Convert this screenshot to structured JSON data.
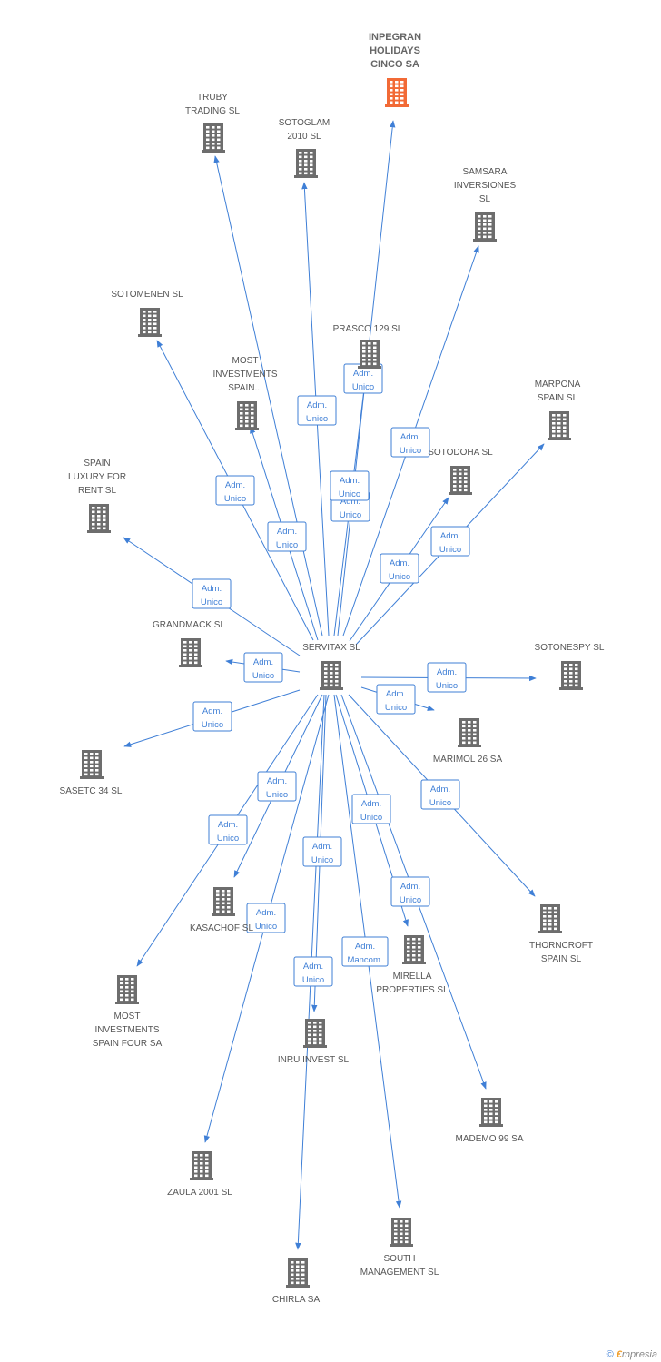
{
  "colors": {
    "edge": "#3f7fd6",
    "building": "#6d6d6d",
    "highlight": "#f26a36"
  },
  "center": "SERVITAX SL",
  "nodes": [
    {
      "id": "servitax",
      "label": [
        "SERVITAX SL"
      ],
      "center": true
    },
    {
      "id": "inpegran",
      "label": [
        "INPEGRAN",
        "HOLIDAYS",
        "CINCO SA"
      ],
      "highlight": true
    },
    {
      "id": "truby",
      "label": [
        "TRUBY",
        "TRADING SL"
      ]
    },
    {
      "id": "sotoglam",
      "label": [
        "SOTOGLAM",
        "2010 SL"
      ]
    },
    {
      "id": "samsara",
      "label": [
        "SAMSARA",
        "INVERSIONES",
        "SL"
      ]
    },
    {
      "id": "sotomenen",
      "label": [
        "SOTOMENEN SL"
      ]
    },
    {
      "id": "prasco",
      "label": [
        "PRASCO 129 SL"
      ]
    },
    {
      "id": "most1",
      "label": [
        "MOST",
        "INVESTMENTS",
        "SPAIN..."
      ]
    },
    {
      "id": "marpona",
      "label": [
        "MARPONA",
        "SPAIN SL"
      ]
    },
    {
      "id": "sotodoha",
      "label": [
        "SOTODOHA SL"
      ]
    },
    {
      "id": "spainlux",
      "label": [
        "SPAIN",
        "LUXURY FOR",
        "RENT SL"
      ]
    },
    {
      "id": "grandmack",
      "label": [
        "GRANDMACK SL"
      ]
    },
    {
      "id": "sotonespy",
      "label": [
        "SOTONESPY SL"
      ]
    },
    {
      "id": "marimol",
      "label": [
        "MARIMOL 26 SA"
      ]
    },
    {
      "id": "sasetc",
      "label": [
        "SASETC 34 SL"
      ]
    },
    {
      "id": "thorncroft",
      "label": [
        "THORNCROFT",
        "SPAIN SL"
      ]
    },
    {
      "id": "kasachof",
      "label": [
        "KASACHOF SL"
      ]
    },
    {
      "id": "mirella",
      "label": [
        "MIRELLA",
        "PROPERTIES SL"
      ]
    },
    {
      "id": "most4",
      "label": [
        "MOST",
        "INVESTMENTS",
        "SPAIN FOUR SA"
      ]
    },
    {
      "id": "inru",
      "label": [
        "INRU INVEST SL"
      ]
    },
    {
      "id": "mademo",
      "label": [
        "MADEMO 99 SA"
      ]
    },
    {
      "id": "zaula",
      "label": [
        "ZAULA 2001 SL"
      ]
    },
    {
      "id": "south",
      "label": [
        "SOUTH",
        "MANAGEMENT SL"
      ]
    },
    {
      "id": "chirla",
      "label": [
        "CHIRLA SA"
      ]
    }
  ],
  "edges": [
    {
      "to": "inpegran",
      "label": [
        "Adm.",
        "Unico"
      ]
    },
    {
      "to": "truby",
      "label": [
        "Adm.",
        "Unico"
      ]
    },
    {
      "to": "sotoglam",
      "label": [
        "Adm.",
        "Unico"
      ]
    },
    {
      "to": "samsara",
      "label": [
        "Adm.",
        "Unico"
      ]
    },
    {
      "to": "sotomenen",
      "label": [
        "Adm.",
        "Unico"
      ]
    },
    {
      "to": "most1",
      "label": [
        "Adm.",
        "Unico"
      ]
    },
    {
      "to": "marpona",
      "label": [
        "Adm.",
        "Unico"
      ]
    },
    {
      "to": "sotodoha",
      "label": [
        "Adm.",
        "Unico"
      ]
    },
    {
      "to": "spainlux",
      "label": [
        "Adm.",
        "Unico"
      ]
    },
    {
      "to": "grandmack",
      "label": [
        "Adm.",
        "Unico"
      ]
    },
    {
      "to": "sotonespy",
      "label": [
        "Adm.",
        "Unico"
      ]
    },
    {
      "to": "marimol",
      "label": [
        "Adm.",
        "Unico"
      ]
    },
    {
      "to": "sasetc",
      "label": [
        "Adm.",
        "Unico"
      ]
    },
    {
      "to": "thorncroft",
      "label": [
        "Adm.",
        "Unico"
      ]
    },
    {
      "to": "kasachof",
      "label": [
        "Adm.",
        "Unico"
      ]
    },
    {
      "to": "mirella",
      "label": [
        "Adm.",
        "Unico"
      ]
    },
    {
      "to": "most4",
      "label": [
        "Adm.",
        "Unico"
      ]
    },
    {
      "to": "inru",
      "label": [
        "Adm.",
        "Unico"
      ]
    },
    {
      "to": "mademo",
      "label": [
        "Adm.",
        "Unico"
      ]
    },
    {
      "to": "zaula",
      "label": [
        "Adm.",
        "Unico"
      ]
    },
    {
      "to": "south",
      "label": [
        "Adm.",
        "Mancom."
      ]
    },
    {
      "to": "chirla",
      "label": [
        "Adm.",
        "Unico"
      ]
    },
    {
      "to": "prasco",
      "label": [
        "Adm.",
        "Unico"
      ]
    }
  ],
  "footer": {
    "copyright": "©",
    "brand_e": "€",
    "brand_rest": "mpresia"
  }
}
